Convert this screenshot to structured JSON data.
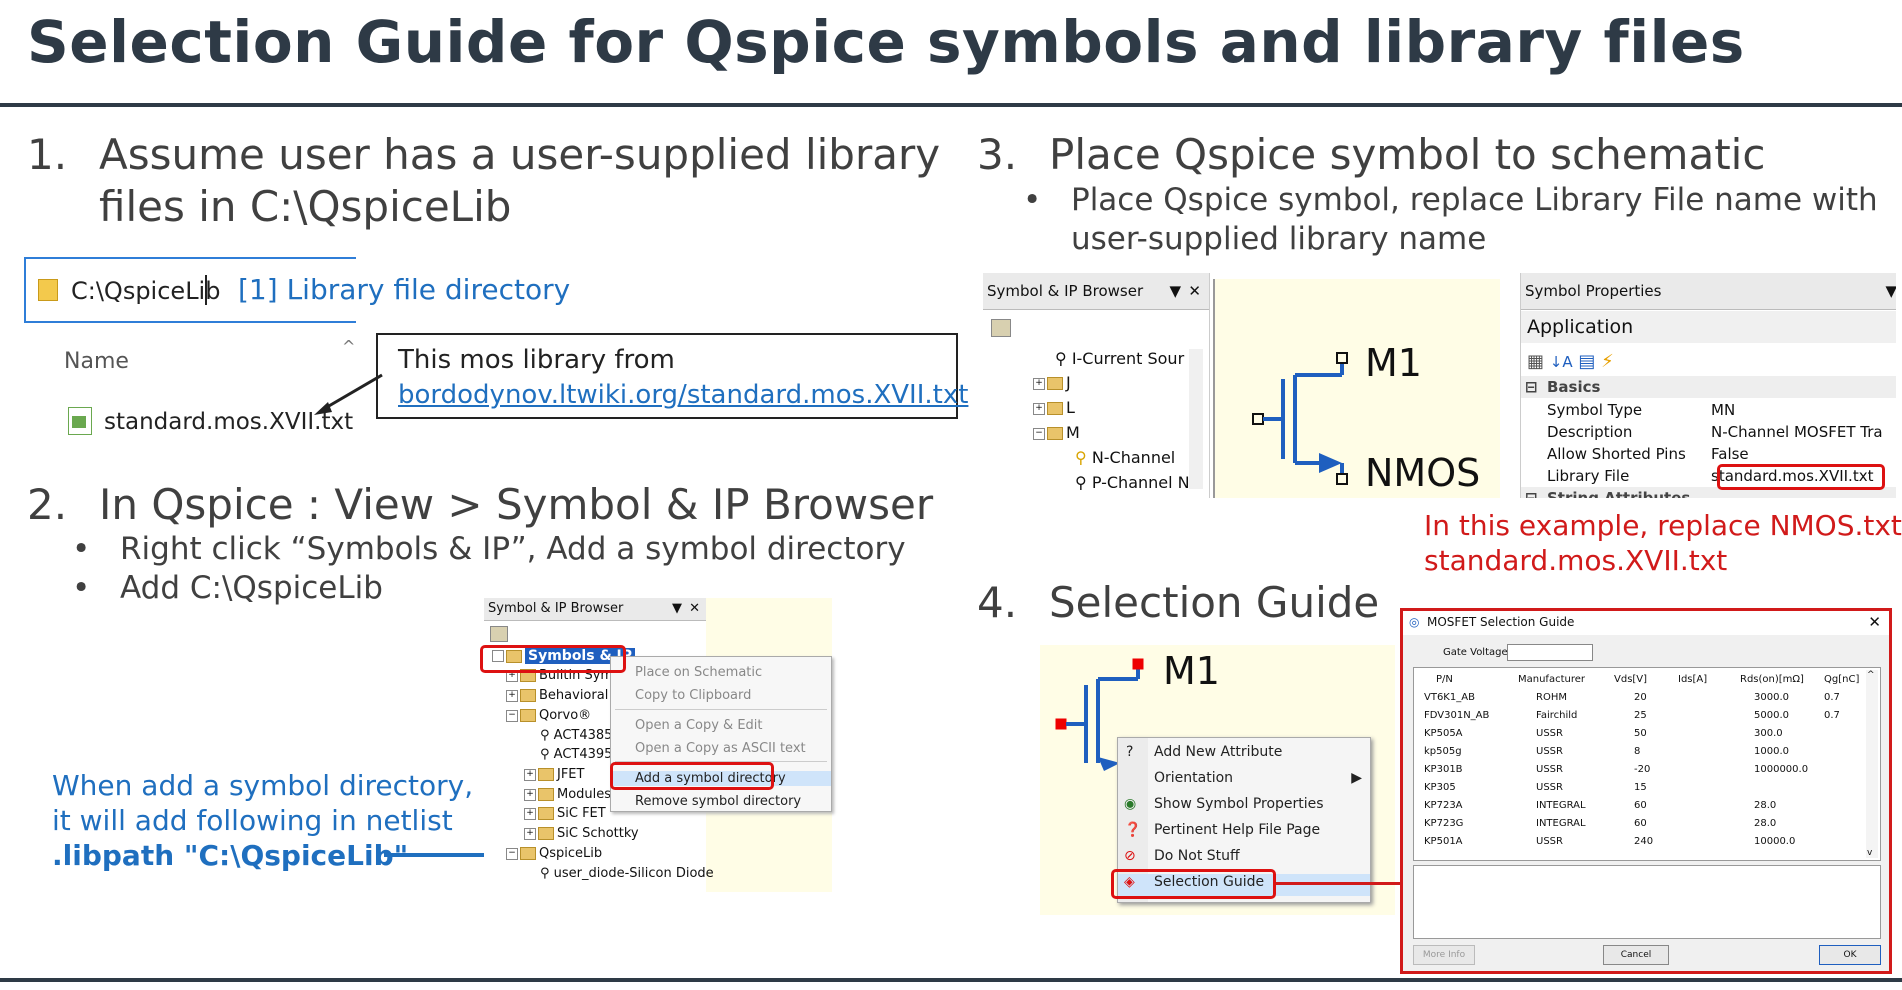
{
  "title": "Selection Guide for Qspice symbols and library files",
  "step1": {
    "num": "1.",
    "line1": "Assume user has a user-supplied library",
    "line2": "files in C:\\QspiceLib",
    "address": "C:\\QspiceLib",
    "address_note": "[1] Library file directory",
    "name_header": "Name",
    "file_name": "standard.mos.XVII.txt",
    "callout_text": "This mos library from",
    "callout_link": "bordodynov.ltwiki.org/standard.mos.XVII.txt"
  },
  "step2": {
    "num": "2.",
    "heading": "In Qspice : View > Symbol & IP Browser",
    "bullets": [
      "Right click “Symbols & IP”, Add a symbol directory",
      "Add C:\\QspiceLib"
    ],
    "note_lines": [
      "When add a symbol directory,",
      "it will add following in netlist"
    ],
    "note_code": ".libpath \"C:\\QspiceLib\"",
    "browser_title": "Symbol & IP Browser",
    "tree": [
      "Symbols & IP",
      "Builtin Symb",
      "Behavioral",
      "Qorvo®",
      "ACT4385",
      "ACT4395",
      "JFET",
      "Modules",
      "SiC FET",
      "SiC Schottky",
      "QspiceLib",
      "user_diode-Silicon Diode"
    ],
    "context_menu": [
      "Place on Schematic",
      "Copy to Clipboard",
      "Open a Copy & Edit",
      "Open a Copy as ASCII text",
      "Add a symbol directory",
      "Remove symbol directory"
    ]
  },
  "step3": {
    "num": "3.",
    "heading": "Place Qspice symbol to schematic",
    "bullet_line1": "Place Qspice symbol, replace Library File name with",
    "bullet_line2": "user-supplied library name",
    "browser_title": "Symbol & IP Browser",
    "tree": [
      "I-Current Sour",
      "J",
      "L",
      "M",
      "N-Channel",
      "P-Channel N"
    ],
    "component_name": "M1",
    "component_model": "NMOS",
    "props_title": "Symbol Properties",
    "props_application": "Application",
    "props_section": "Basics",
    "props": [
      {
        "name": "Symbol Type",
        "value": "MN"
      },
      {
        "name": "Description",
        "value": "N-Channel MOSFET Tra"
      },
      {
        "name": "Allow Shorted Pins",
        "value": "False"
      },
      {
        "name": "Library File",
        "value": "standard.mos.XVII.txt"
      }
    ],
    "props_next_section": "String Attributes",
    "note_line1": "In this example, replace NMOS.txt to",
    "note_line2": "standard.mos.XVII.txt"
  },
  "step4": {
    "num": "4.",
    "heading": "Selection Guide",
    "component_name": "M1",
    "menu": [
      "Add New Attribute",
      "Orientation",
      "Show Symbol Properties",
      "Pertinent Help File Page",
      "Do Not Stuff",
      "Selection Guide"
    ],
    "dialog_title": "MOSFET Selection Guide",
    "gate_label": "Gate Voltage:",
    "columns": [
      "P/N",
      "Manufacturer",
      "Vds[V]",
      "Ids[A]",
      "Rds(on)[mΩ]",
      "Qg[nC]"
    ],
    "rows": [
      [
        "VT6K1_AB",
        "ROHM",
        "20",
        "",
        "3000.0",
        "0.7"
      ],
      [
        "FDV301N_AB",
        "Fairchild",
        "25",
        "",
        "5000.0",
        "0.7"
      ],
      [
        "KP505A",
        "USSR",
        "50",
        "",
        "300.0",
        ""
      ],
      [
        "kp505g",
        "USSR",
        "8",
        "",
        "1000.0",
        ""
      ],
      [
        "KP301B",
        "USSR",
        "-20",
        "",
        "1000000.0",
        ""
      ],
      [
        "KP305",
        "USSR",
        "15",
        "",
        "",
        ""
      ],
      [
        "KP723A",
        "INTEGRAL",
        "60",
        "",
        "28.0",
        ""
      ],
      [
        "KP723G",
        "INTEGRAL",
        "60",
        "",
        "28.0",
        ""
      ],
      [
        "KP501A",
        "USSR",
        "240",
        "",
        "10000.0",
        ""
      ]
    ],
    "btn_more": "More Info",
    "btn_cancel": "Cancel",
    "btn_ok": "OK"
  },
  "colors": {
    "accent_blue": "#1f6fbf",
    "annotation_red": "#d11a1a",
    "title_dark": "#2e3a46"
  }
}
